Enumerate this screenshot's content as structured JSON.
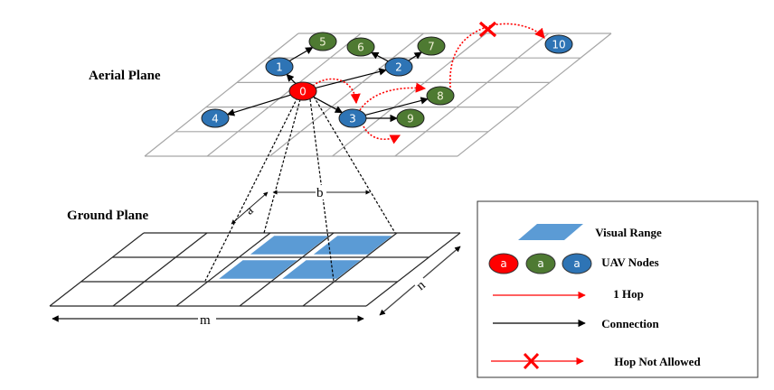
{
  "labels": {
    "aerial_plane": "Aerial Plane",
    "ground_plane": "Ground Plane",
    "dim_a": "a",
    "dim_b": "b",
    "dim_m": "m",
    "dim_n": "n"
  },
  "colors": {
    "node_red": "#ff0000",
    "node_green": "#4e7a32",
    "node_blue": "#2e74b5",
    "visual_range": "#5b9bd5",
    "hop_arrow": "#ff0000",
    "connection_arrow": "#000000",
    "grid_aerial": "#a6a6a6",
    "grid_ground": "#262626"
  },
  "aerial_grid": {
    "rows": 5,
    "cols": 5
  },
  "ground_grid": {
    "rows": 3,
    "cols": 5,
    "visual_range_cells": [
      [
        0,
        2
      ],
      [
        0,
        3
      ],
      [
        1,
        2
      ],
      [
        1,
        3
      ]
    ]
  },
  "nodes": [
    {
      "id": "0",
      "color": "red"
    },
    {
      "id": "1",
      "color": "blue"
    },
    {
      "id": "2",
      "color": "blue"
    },
    {
      "id": "3",
      "color": "blue"
    },
    {
      "id": "4",
      "color": "blue"
    },
    {
      "id": "5",
      "color": "green"
    },
    {
      "id": "6",
      "color": "green"
    },
    {
      "id": "7",
      "color": "green"
    },
    {
      "id": "8",
      "color": "green"
    },
    {
      "id": "9",
      "color": "green"
    },
    {
      "id": "10",
      "color": "blue"
    }
  ],
  "connections": [
    {
      "from": "0",
      "to": "1"
    },
    {
      "from": "0",
      "to": "2"
    },
    {
      "from": "0",
      "to": "3"
    },
    {
      "from": "0",
      "to": "4"
    },
    {
      "from": "1",
      "to": "5"
    },
    {
      "from": "2",
      "to": "6"
    },
    {
      "from": "2",
      "to": "7"
    },
    {
      "from": "3",
      "to": "8"
    },
    {
      "from": "3",
      "to": "9"
    }
  ],
  "one_hops": [
    {
      "from": "0",
      "to": "3"
    },
    {
      "from": "3",
      "to": "8"
    },
    {
      "from": "3",
      "to": "9"
    }
  ],
  "hops_not_allowed": [
    {
      "from": "8",
      "to": "10"
    }
  ],
  "legend": {
    "items": [
      {
        "key": "visual_range",
        "label": "Visual Range"
      },
      {
        "key": "uav_nodes",
        "label": "UAV Nodes",
        "sample_text": "a"
      },
      {
        "key": "one_hop",
        "label": "1 Hop"
      },
      {
        "key": "connection",
        "label": "Connection"
      },
      {
        "key": "hop_not_allowed",
        "label": "Hop Not Allowed"
      }
    ]
  }
}
